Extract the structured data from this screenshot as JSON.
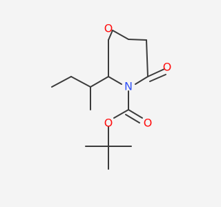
{
  "molecule": {
    "atoms": {
      "ring_oxygen": "O",
      "ring_nitrogen": "N",
      "carbonyl_oxygen": "O",
      "ester_carbonyl_oxygen": "O",
      "ester_oxygen": "O"
    },
    "colors": {
      "bond": "#3b3b3b",
      "oxygen": "#ff0d0d",
      "nitrogen": "#2f50f8",
      "background": "#f4f4f4"
    }
  }
}
